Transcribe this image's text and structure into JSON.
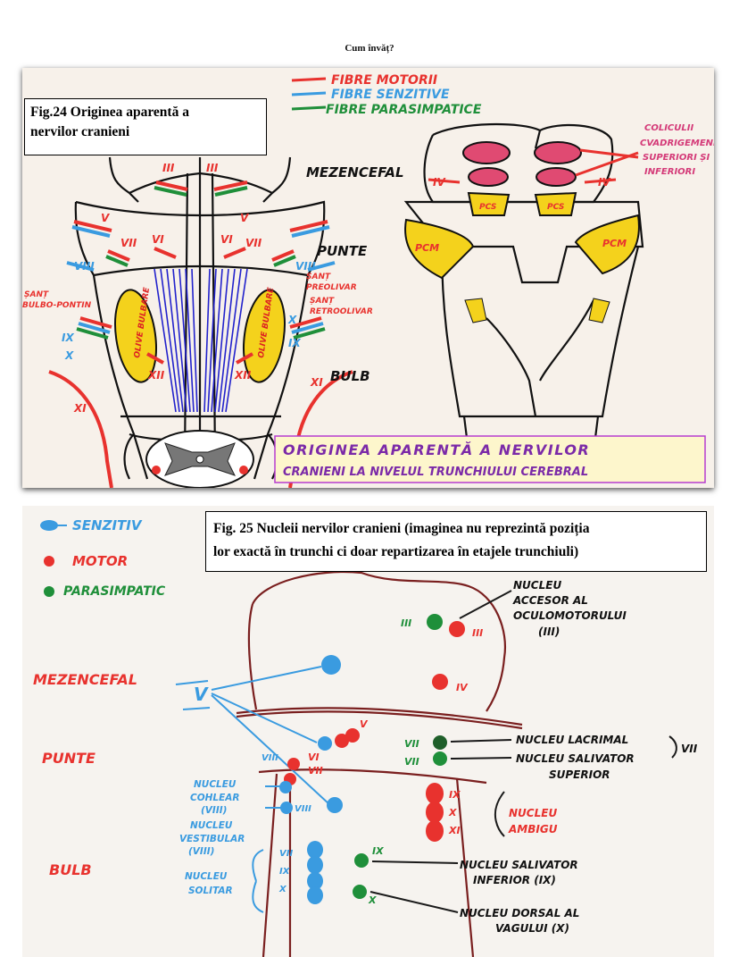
{
  "header": {
    "title": "Cum învăț?"
  },
  "fig24": {
    "caption_line1": "Fig.24 Originea aparentă a",
    "caption_line2": "nervilor cranieni",
    "legend": [
      {
        "label": "FIBRE MOTORII",
        "color": "#e8322e"
      },
      {
        "label": "FIBRE SENZITIVE",
        "color": "#3a9be0"
      },
      {
        "label": "FIBRE PARASIMPATICE",
        "color": "#1f8f3a"
      }
    ],
    "labels": {
      "mezencefal": "MEZENCEFAL",
      "punte": "PUNTE",
      "bulb": "BULB",
      "coliculii": [
        "COLICULII",
        "CVADRIGEMENI",
        "SUPERIORI ȘI",
        "INFERIORI"
      ],
      "sant_preolivar": [
        "ȘANȚ",
        "PREOLIVAR"
      ],
      "sant_retroolivar": [
        "ȘANȚ",
        "RETROOLIVAR"
      ],
      "sant_bulbo": [
        "ȘANȚ",
        "BULBO-PONTIN"
      ],
      "olive_left": "OLIVE BULBARE",
      "olive_right": "OLIVE BULBARE",
      "pcs": "PCS",
      "pcm": "PCM",
      "nerves": {
        "III": "III",
        "IV": "IV",
        "V": "V",
        "VI": "VI",
        "VII": "VII",
        "VIII": "VIII",
        "IX": "IX",
        "X": "X",
        "XI": "XI",
        "XII": "XII"
      },
      "bottom_line1": "ORIGINEA APARENTĂ A NERVILOR",
      "bottom_line2": "CRANIENI LA NIVELUL TRUNCHIULUI CEREBRAL"
    }
  },
  "fig25": {
    "caption_line1": "Fig. 25 Nucleii nervilor cranieni (imaginea nu reprezintă poziția",
    "caption_line2": "lor exactă în trunchi ci doar repartizarea în etajele trunchiuli)",
    "legend": [
      {
        "label": "SENZITIV",
        "color": "#3a9be0"
      },
      {
        "label": "MOTOR",
        "color": "#e8322e"
      },
      {
        "label": "PARASIMPATIC",
        "color": "#1f8f3a"
      }
    ],
    "labels": {
      "mezencefal": "MEZENCEFAL",
      "punte": "PUNTE",
      "bulb": "BULB",
      "v": "V",
      "nucleu_accesor": [
        "NUCLEU",
        "ACCESOR AL",
        "OCULOMOTORULUI",
        "(III)"
      ],
      "nucleu_lacrimal": "NUCLEU LACRIMAL",
      "nucleu_salivator_superior": [
        "NUCLEU SALIVATOR",
        "SUPERIOR"
      ],
      "vii": "VII",
      "nucleu_cohlear": [
        "NUCLEU",
        "COHLEAR",
        "(VIII)"
      ],
      "nucleu_vestibular": [
        "NUCLEU",
        "VESTIBULAR",
        "(VIII)"
      ],
      "nucleu_ambigu": [
        "NUCLEU",
        "AMBIGU"
      ],
      "nucleu_solitar": [
        "NUCLEU",
        "SOLITAR"
      ],
      "nucleu_salivator_inferior": [
        "NUCLEU SALIVATOR",
        "INFERIOR (IX)"
      ],
      "nucleu_dorsal": [
        "NUCLEU DORSAL AL",
        "VAGULUI (X)"
      ],
      "roman": {
        "III": "III",
        "IV": "IV",
        "V": "V",
        "VI": "VI",
        "VII": "VII",
        "VIII": "VIII",
        "IX": "IX",
        "X": "X",
        "XI": "XI"
      }
    }
  }
}
